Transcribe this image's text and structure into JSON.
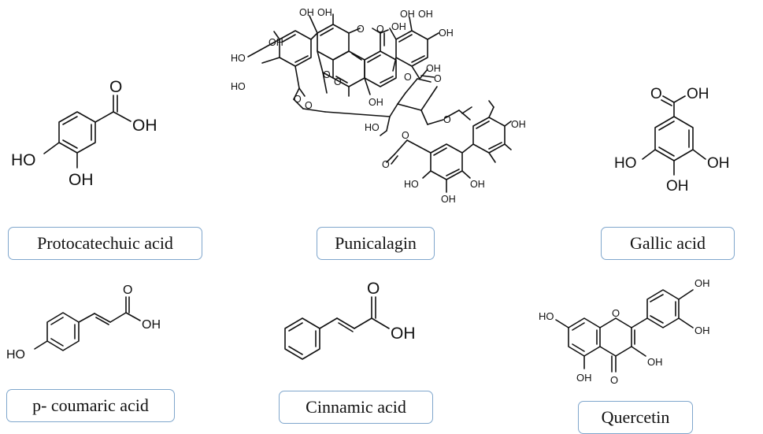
{
  "compounds": [
    {
      "name": "Protocatechuic acid",
      "groups": {
        "cooh_o": "O",
        "cooh_oh": "OH",
        "oh_a": "HO",
        "oh_b": "OH"
      }
    },
    {
      "name": "Punicalagin",
      "groups": {
        "oh_1": "OH",
        "oh_2": "OH",
        "oh_3": "OH",
        "oh_4": "OH",
        "oh_5": "OH",
        "oh_6": "HO",
        "oh_7": "HO",
        "oh_8": "OH",
        "oh_9": "OH",
        "oh_10": "HO",
        "oh_11": "OH",
        "oh_12": "OH",
        "oh_13": "OH",
        "oh_14": "HO",
        "oh_15": "OH",
        "oh_16": "OH",
        "o_1": "O",
        "o_2": "O",
        "o_3": "O",
        "o_4": "O",
        "o_5": "O",
        "o_6": "O",
        "o_7": "O",
        "o_8": "O",
        "o_9": "O",
        "o_10": "O",
        "o_11": "O"
      }
    },
    {
      "name": "Gallic acid",
      "groups": {
        "cooh_o": "O",
        "cooh_oh": "OH",
        "oh_a": "HO",
        "oh_b": "OH",
        "oh_c": "OH"
      }
    },
    {
      "name": "p- coumaric acid",
      "groups": {
        "cooh_o": "O",
        "cooh_oh": "OH",
        "oh_a": "HO"
      }
    },
    {
      "name": "Cinnamic acid",
      "groups": {
        "cooh_o": "O",
        "cooh_oh": "OH"
      }
    },
    {
      "name": "Quercetin",
      "groups": {
        "oh_7": "HO",
        "oh_3p": "OH",
        "oh_4p": "OH",
        "oh_3": "OH",
        "oh_5": "OH",
        "ring_o": "O",
        "keto_o": "O"
      }
    }
  ]
}
